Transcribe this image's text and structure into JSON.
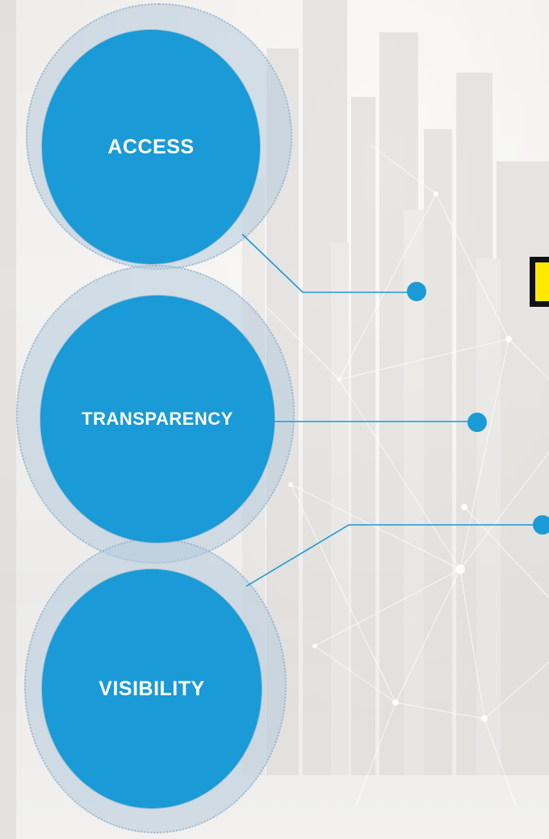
{
  "nodes": [
    {
      "label": "ACCESS"
    },
    {
      "label": "TRANSPARENCY"
    },
    {
      "label": "VISIBILITY"
    }
  ],
  "colors": {
    "node_fill": "#1a9ad6",
    "halo": "#b4cadc",
    "connector": "#1a9ad6",
    "highlight_box": "#ffe900",
    "highlight_border": "#111111"
  }
}
